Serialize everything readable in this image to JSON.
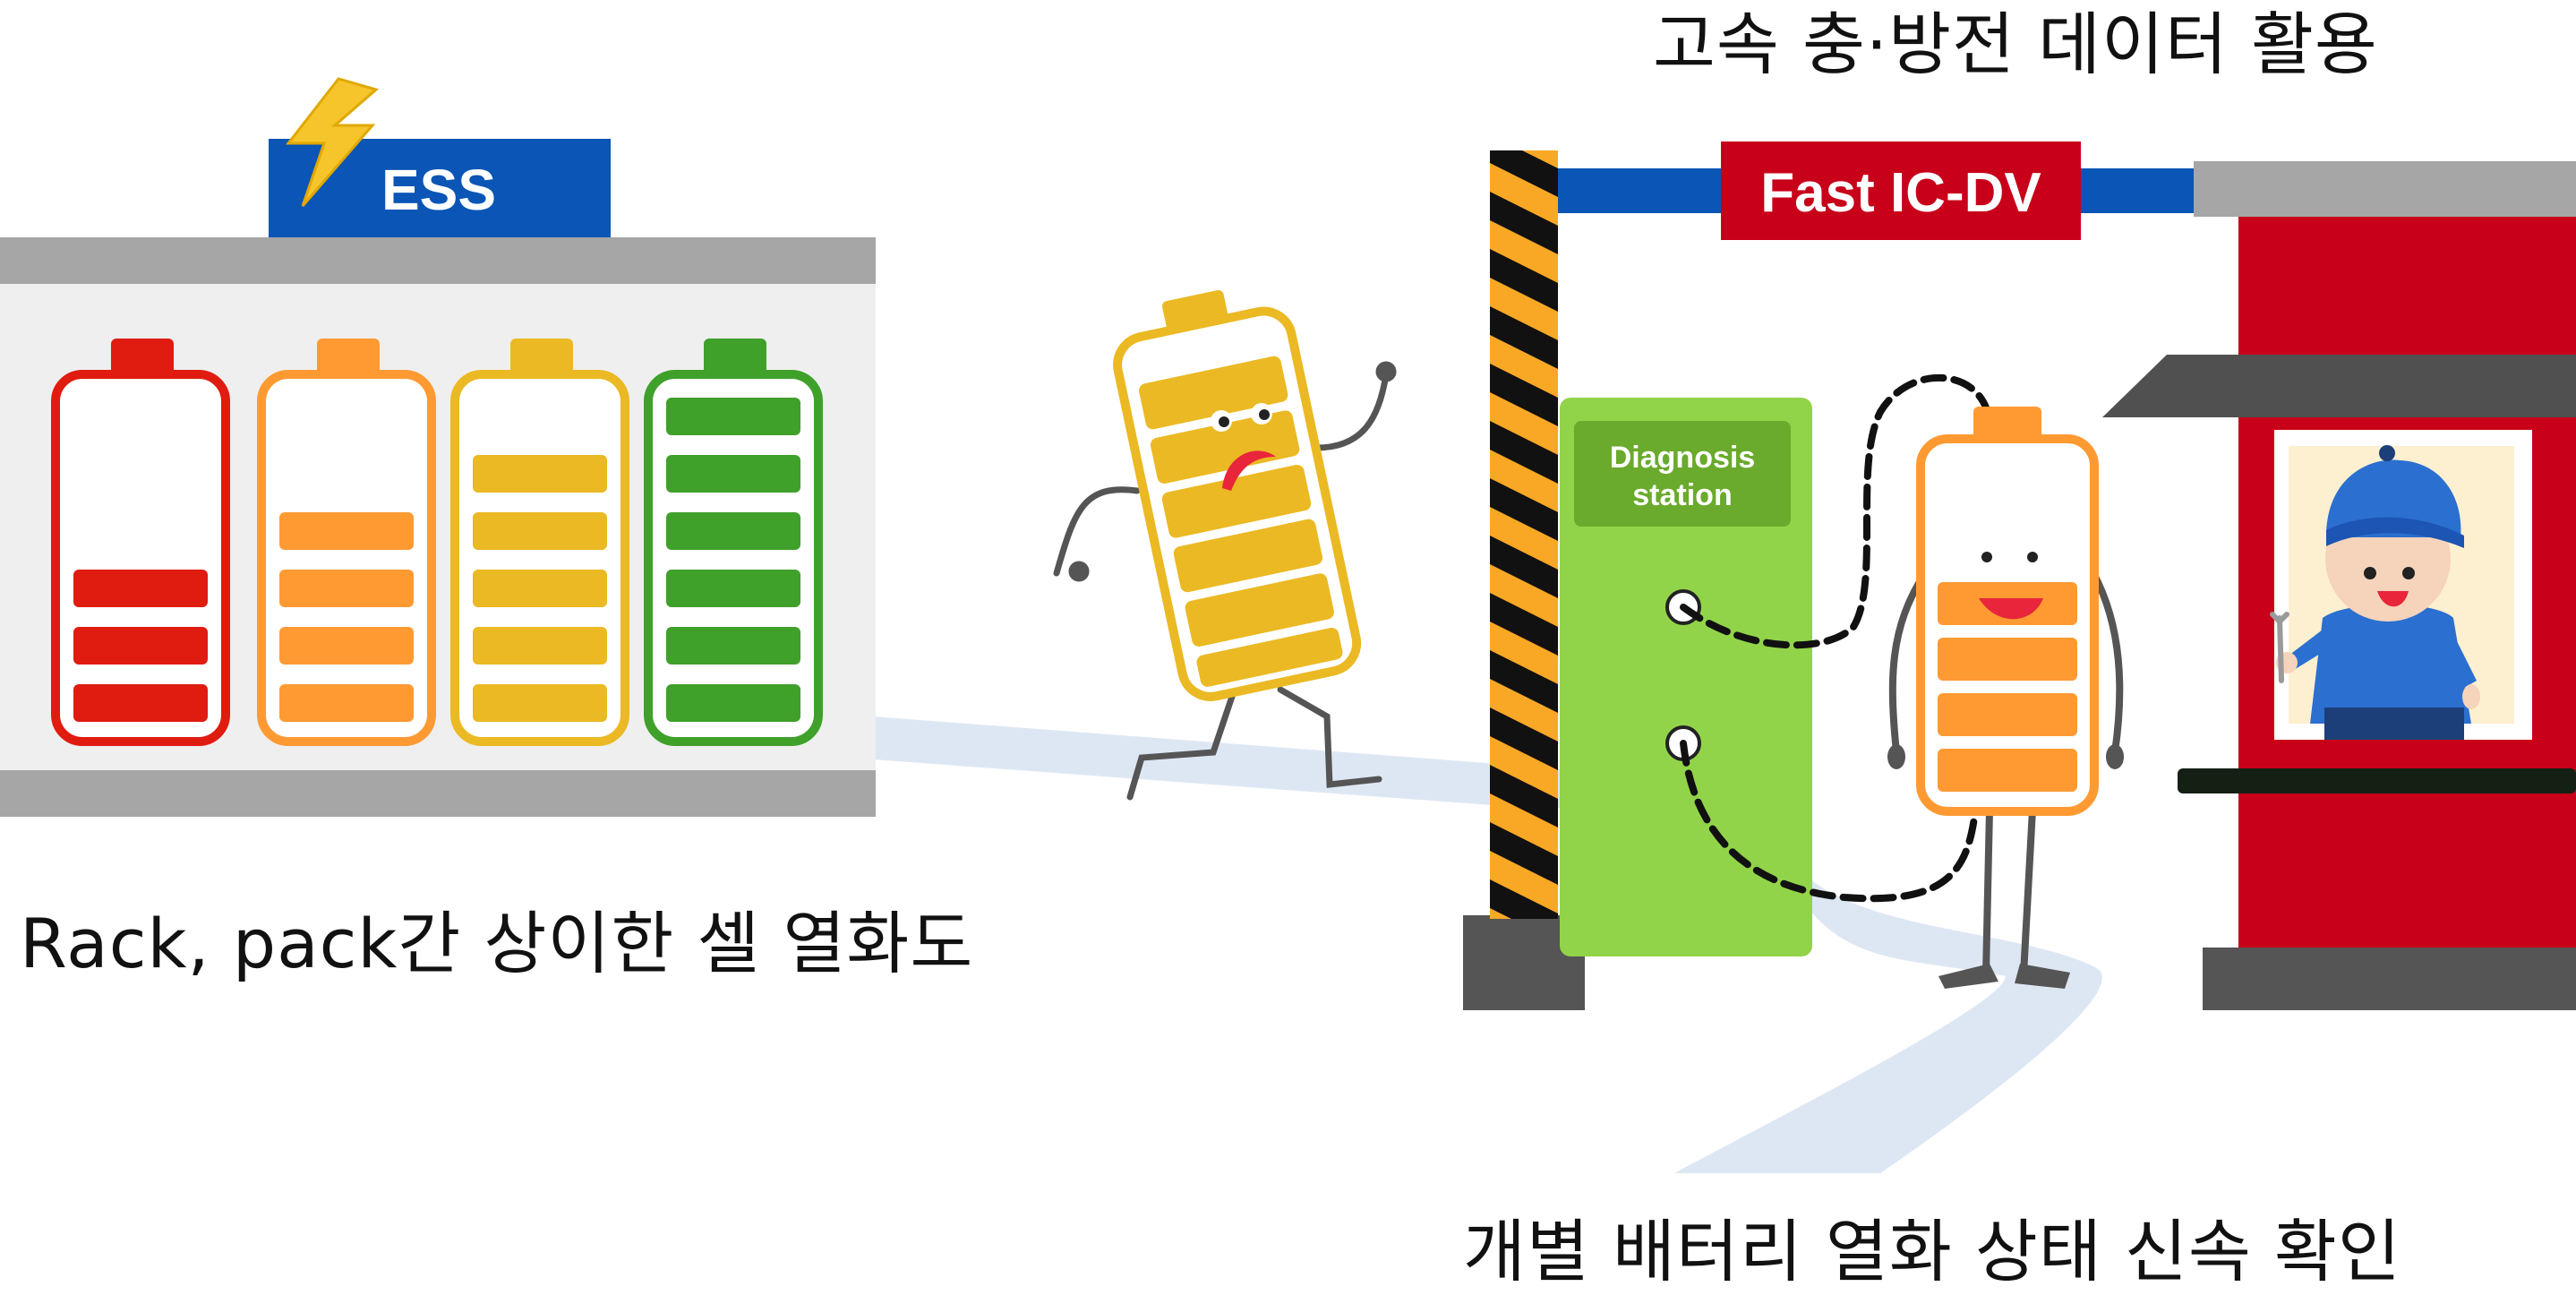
{
  "captions": {
    "ess_caption": "Rack, pack간 상이한 셀 열화도",
    "top_caption": "고속 충·방전 데이터 활용",
    "bottom_caption": "개별 배터리 열화 상태 신속 확인"
  },
  "ess": {
    "sign_label": "ESS",
    "cells": [
      {
        "color": "#e01b10",
        "level": 3
      },
      {
        "color": "#ff9a33",
        "level": 4
      },
      {
        "color": "#ebb923",
        "level": 5
      },
      {
        "color": "#3fa02a",
        "level": 6
      }
    ]
  },
  "gate": {
    "banner_label": "Fast IC-DV"
  },
  "station": {
    "label_line1": "Diagnosis",
    "label_line2": "station"
  },
  "colors": {
    "gray_shelf": "#a6a6a6",
    "blue": "#0a55b5",
    "red": "#c8001a",
    "lime": "#92d449",
    "path": "#dde7f4"
  }
}
